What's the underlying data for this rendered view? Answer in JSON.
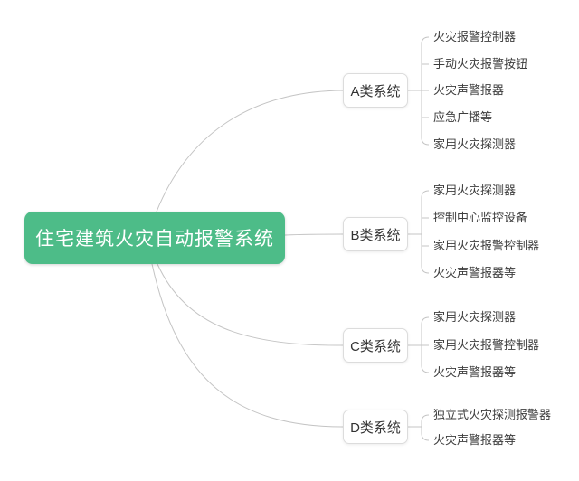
{
  "diagram": {
    "root": {
      "label": "住宅建筑火灾自动报警系统"
    },
    "branches": [
      {
        "label": "A类系统",
        "children": [
          "火灾报警控制器",
          "手动火灾报警按钮",
          "火灾声警报器",
          "应急广播等",
          "家用火灾探测器"
        ]
      },
      {
        "label": "B类系统",
        "children": [
          "家用火灾探测器",
          "控制中心监控设备",
          "家用火灾报警控制器",
          "火灾声警报器等"
        ]
      },
      {
        "label": "C类系统",
        "children": [
          "家用火灾探测器",
          "家用火灾报警控制器",
          "火灾声警报器等"
        ]
      },
      {
        "label": "D类系统",
        "children": [
          "独立式火灾探测报警器",
          "火灾声警报器等"
        ]
      }
    ],
    "colors": {
      "root_bg": "#4dbc88",
      "root_text": "#ffffff",
      "line": "#c4c4c4",
      "node_border": "#dcdcdc",
      "node_text": "#333333",
      "leaf_text": "#3d3d3d",
      "background": "#ffffff"
    }
  }
}
